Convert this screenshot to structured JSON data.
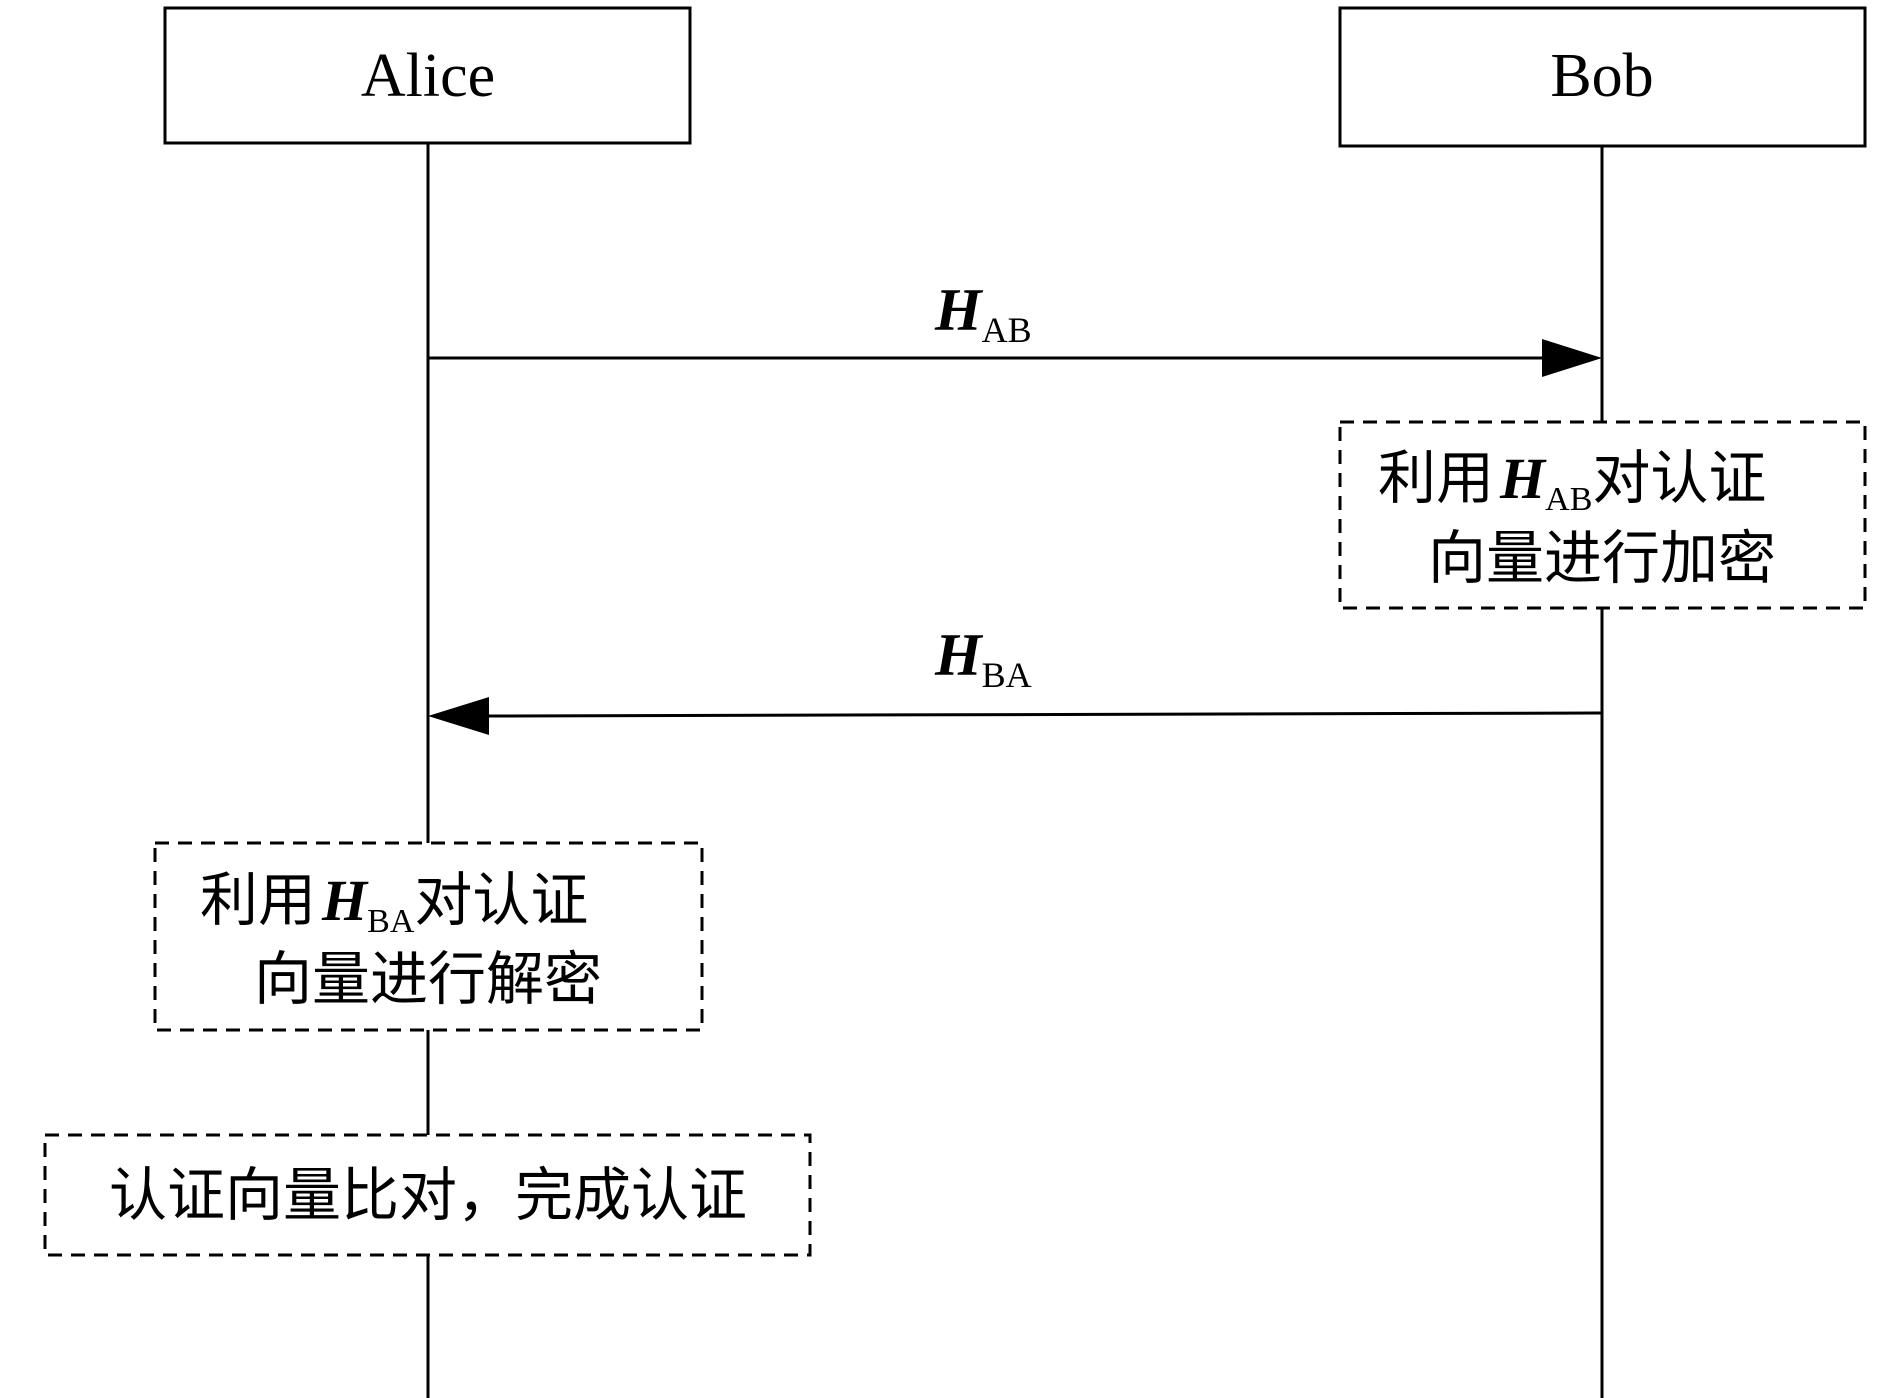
{
  "participants": {
    "alice": "Alice",
    "bob": "Bob"
  },
  "messages": {
    "ab": {
      "var": "H",
      "sub": "AB"
    },
    "ba": {
      "var": "H",
      "sub": "BA"
    }
  },
  "notes": {
    "bob_encrypt": {
      "line1_prefix": "利用",
      "var": "H",
      "sub": "AB",
      "line1_suffix": "对认证",
      "line2": "向量进行加密"
    },
    "alice_decrypt": {
      "line1_prefix": "利用",
      "var": "H",
      "sub": "BA",
      "line1_suffix": "对认证",
      "line2": "向量进行解密"
    },
    "alice_compare": {
      "text": "认证向量比对，完成认证"
    }
  }
}
